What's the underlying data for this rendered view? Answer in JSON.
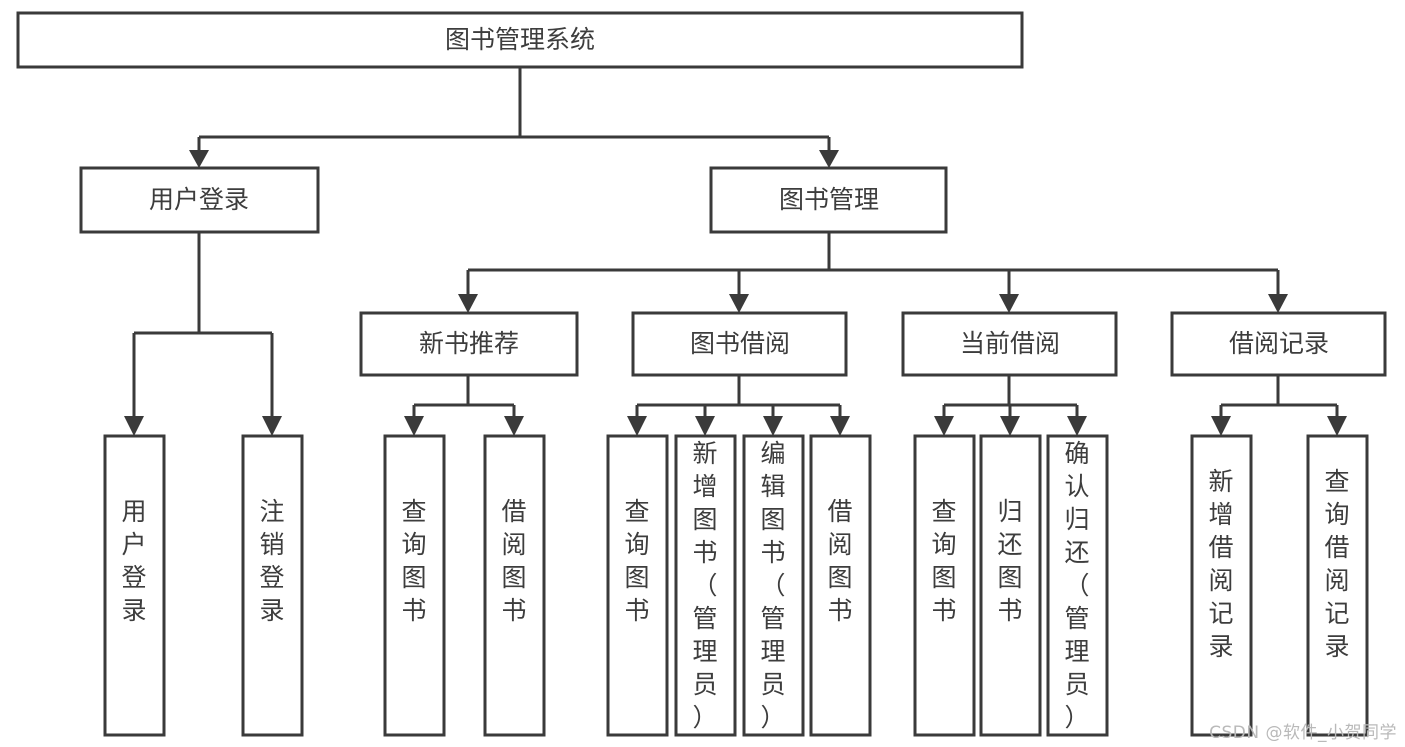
{
  "diagram": {
    "title": "图书管理系统",
    "type": "hierarchy-tree",
    "orientation": "top-down",
    "watermark": "CSDN @软件_小贺同学",
    "colors": {
      "box_fill": "#ffffff",
      "box_stroke": "#3a3a3a",
      "text": "#3d3d3d",
      "connector": "#3a3a3a",
      "watermark": "#b9b9b9",
      "background": "#ffffff"
    },
    "levels": [
      {
        "level": 0,
        "nodes": [
          {
            "id": "root",
            "label": "图书管理系统",
            "orientation": "horizontal"
          }
        ]
      },
      {
        "level": 1,
        "nodes": [
          {
            "id": "login",
            "label": "用户登录",
            "orientation": "horizontal",
            "parent": "root"
          },
          {
            "id": "bookmgmt",
            "label": "图书管理",
            "orientation": "horizontal",
            "parent": "root"
          }
        ]
      },
      {
        "level": 2,
        "nodes": [
          {
            "id": "newbook",
            "label": "新书推荐",
            "orientation": "horizontal",
            "parent": "bookmgmt"
          },
          {
            "id": "borrow",
            "label": "图书借阅",
            "orientation": "horizontal",
            "parent": "bookmgmt"
          },
          {
            "id": "current",
            "label": "当前借阅",
            "orientation": "horizontal",
            "parent": "bookmgmt"
          },
          {
            "id": "records",
            "label": "借阅记录",
            "orientation": "horizontal",
            "parent": "bookmgmt"
          }
        ]
      },
      {
        "level": 3,
        "nodes": [
          {
            "id": "leaf-1",
            "label": "用户登录",
            "orientation": "vertical",
            "parent": "login"
          },
          {
            "id": "leaf-2",
            "label": "注销登录",
            "orientation": "vertical",
            "parent": "login"
          },
          {
            "id": "leaf-3",
            "label": "查询图书",
            "orientation": "vertical",
            "parent": "newbook"
          },
          {
            "id": "leaf-4",
            "label": "借阅图书",
            "orientation": "vertical",
            "parent": "newbook"
          },
          {
            "id": "leaf-5",
            "label": "查询图书",
            "orientation": "vertical",
            "parent": "borrow"
          },
          {
            "id": "leaf-6",
            "label": "新增图书（管理员）",
            "orientation": "vertical",
            "parent": "borrow"
          },
          {
            "id": "leaf-7",
            "label": "编辑图书（管理员）",
            "orientation": "vertical",
            "parent": "borrow"
          },
          {
            "id": "leaf-8",
            "label": "借阅图书",
            "orientation": "vertical",
            "parent": "borrow"
          },
          {
            "id": "leaf-9",
            "label": "查询图书",
            "orientation": "vertical",
            "parent": "current"
          },
          {
            "id": "leaf-10",
            "label": "归还图书",
            "orientation": "vertical",
            "parent": "current"
          },
          {
            "id": "leaf-11",
            "label": "确认归还（管理员）",
            "orientation": "vertical",
            "parent": "current"
          },
          {
            "id": "leaf-12",
            "label": "新增借阅记录",
            "orientation": "vertical",
            "parent": "records"
          },
          {
            "id": "leaf-13",
            "label": "查询借阅记录",
            "orientation": "vertical",
            "parent": "records"
          }
        ]
      }
    ]
  }
}
